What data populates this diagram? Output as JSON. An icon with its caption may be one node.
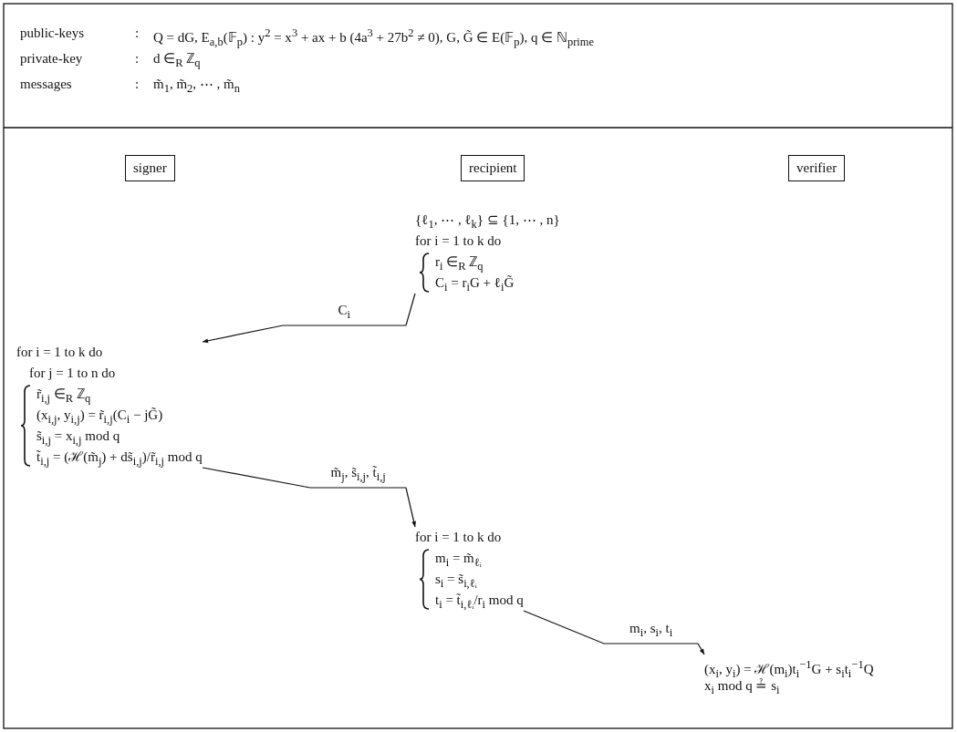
{
  "diagram": {
    "nodes": [
      {
        "text": [
          "signer"
        ]
      },
      {
        "text": [
          "recipient"
        ]
      },
      {
        "text": [
          "verifier"
        ]
      },
      {
        "text": [
          "{ℓ$_{1}$, ⋯ , ℓ$_{k}$} ⊆ {1, ⋯ , n}",
          "for i = 1 to k do",
          "r$_{i}$ ∈$_{R}$ ℤ$_{q}$",
          "C$_{i}$ = r$_{i}$G + ℓ$_{i}$G̃"
        ]
      },
      {
        "text": [
          "for i = 1 to k do",
          "for j = 1 to n do",
          "r̃$_{i,j}$ ∈$_{R}$ ℤ$_{q}$",
          "(x$_{i,j}$, y$_{i,j}$) = r̃$_{i,j}$(C$_{i}$ − jG̃)",
          "s̃$_{i,j}$ = x$_{i,j}$ mod q",
          "t̃$_{i,j}$ = (ℋ(m̃$_{j}$) + ds̃$_{i,j}$)/r̃$_{i,j}$ mod q"
        ]
      },
      {
        "text": [
          "for i = 1 to k do",
          "m$_{i}$ = m̃$_{ℓᵢ}$",
          "s$_{i}$ = s̃$_{i,ℓᵢ}$",
          "t$_{i}$ = t̃$_{i,ℓᵢ}$/r$_{i}$ mod q"
        ]
      },
      {
        "text": [
          "(x$_{i}$, y$_{i}$) = ℋ(m$_{i}$)t$_{i}$$^{−1}$G + s$_{i}$t$_{i}$$^{−1}$Q",
          "x$_{i}$ mod q ≟ s$_{i}$"
        ]
      }
    ],
    "edges": [
      {
        "from": 3,
        "to": 4,
        "arrow": "to",
        "label": "C$_{i}$"
      },
      {
        "from": 4,
        "to": 5,
        "arrow": "to",
        "label": "m̃$_{j}$, s̃$_{i,j}$, t̃$_{i,j}$"
      },
      {
        "from": 5,
        "to": 6,
        "arrow": "to",
        "label": "m$_{i}$, s$_{i}$, t$_{i}$"
      }
    ],
    "labels": [
      "public-keys",
      ":",
      "Q = dG,  E$_{a,b}$(𝔽$_{p}$) : y$^{2}$ = x$^{3}$ + ax + b  (4a$^{3}$ + 27b$^{2}$ ≠ 0),  G, G̃ ∈ E(𝔽$_{p}$),  q ∈ ℕ$_{prime}$",
      "private-key",
      ":",
      "d ∈$_{R}$ ℤ$_{q}$",
      "messages",
      ":",
      "m̃$_{1}$, m̃$_{2}$, ⋯ , m̃$_{n}$"
    ]
  }
}
